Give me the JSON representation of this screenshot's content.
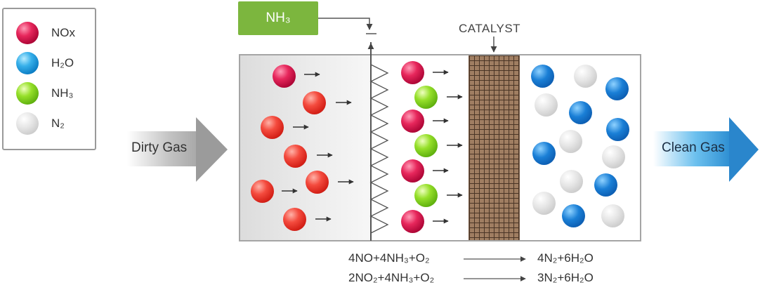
{
  "legend": {
    "items": [
      {
        "label": "NOx",
        "color": "#d81b54"
      },
      {
        "label": "H₂O",
        "color": "#2ba4e3"
      },
      {
        "label": "NH₃",
        "color": "#7fcf1d"
      },
      {
        "label": "N₂",
        "color": "#d6d6d6"
      }
    ]
  },
  "inflow": {
    "label": "Dirty Gas"
  },
  "outflow": {
    "label": "Clean Gas"
  },
  "injector": {
    "label": "NH₃",
    "color": "#7cb63e"
  },
  "catalyst": {
    "label": "CATALYST",
    "color": "#a07e62"
  },
  "equations": [
    {
      "lhs": "4NO+4NH₃+O₂",
      "rhs": "4N₂+6H₂O"
    },
    {
      "lhs": "2NO₂+4NH₃+O₂",
      "rhs": "3N₂+6H₂O"
    }
  ],
  "colors": {
    "nox_zone_ball": "#e0261c",
    "mix_nox": "#d81b54",
    "mix_nh3": "#7fcf1d",
    "out_h2o": "#1a7fd6",
    "out_n2": "#d6d6d6"
  }
}
